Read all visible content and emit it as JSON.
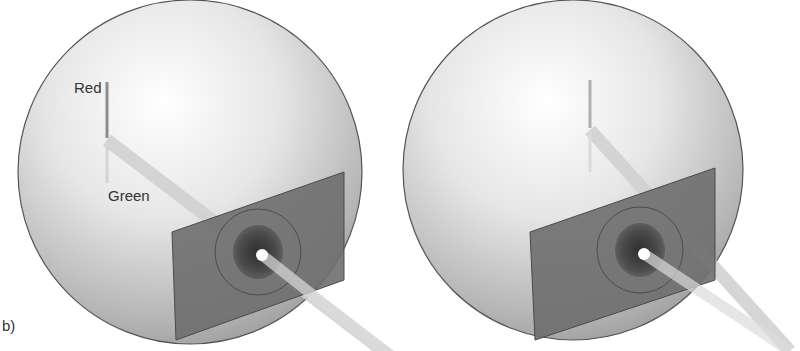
{
  "diagram": {
    "labels": [
      "Red",
      "Green",
      "b)"
    ]
  }
}
